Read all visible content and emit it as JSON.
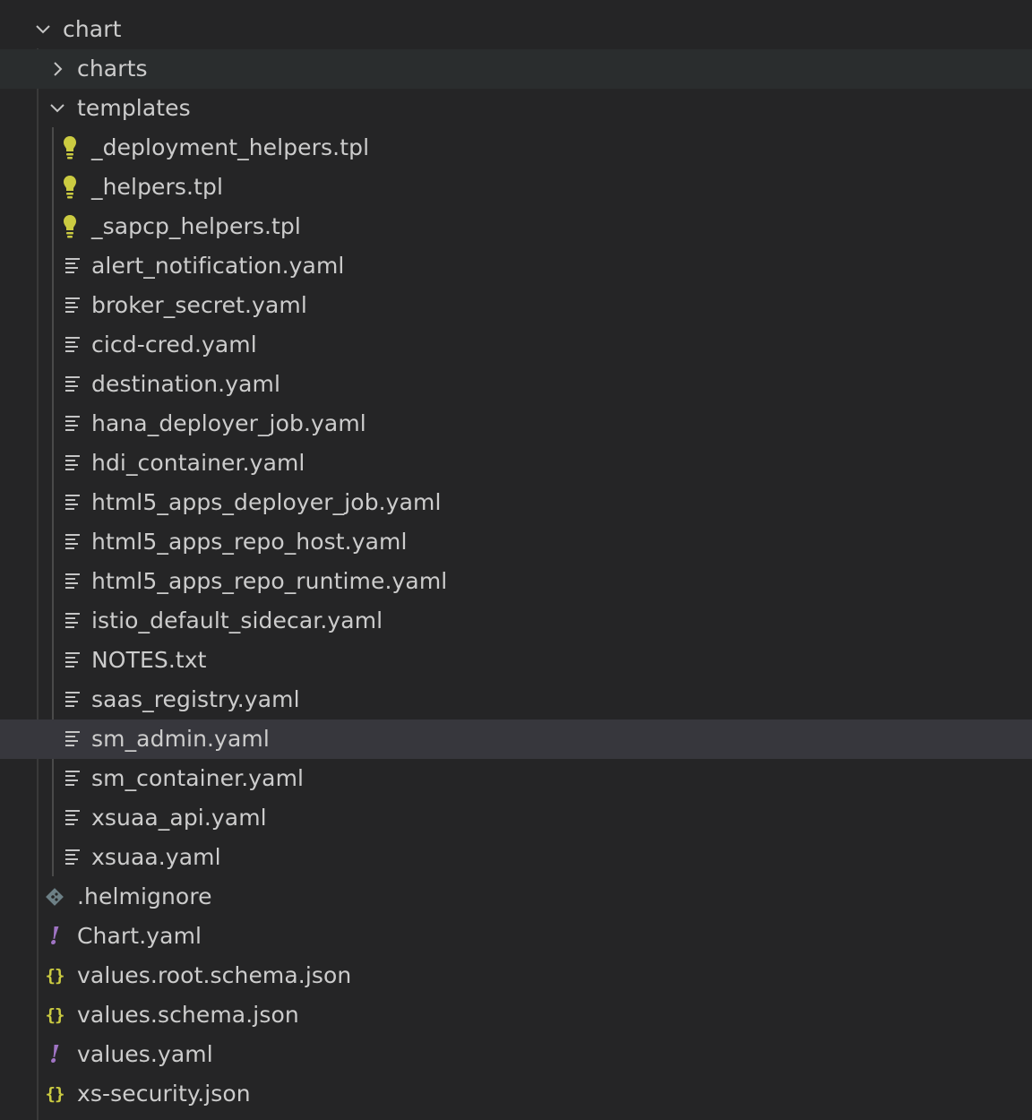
{
  "tree": {
    "root": {
      "label": "chart",
      "expanded": true,
      "icon": "chevron-down-icon"
    },
    "charts_folder": {
      "label": "charts",
      "expanded": false,
      "icon": "chevron-right-icon"
    },
    "templates_folder": {
      "label": "templates",
      "expanded": true,
      "icon": "chevron-down-icon",
      "files": [
        {
          "label": "_deployment_helpers.tpl",
          "icon": "lightbulb-icon"
        },
        {
          "label": "_helpers.tpl",
          "icon": "lightbulb-icon"
        },
        {
          "label": "_sapcp_helpers.tpl",
          "icon": "lightbulb-icon"
        },
        {
          "label": "alert_notification.yaml",
          "icon": "text-lines-icon"
        },
        {
          "label": "broker_secret.yaml",
          "icon": "text-lines-icon"
        },
        {
          "label": "cicd-cred.yaml",
          "icon": "text-lines-icon"
        },
        {
          "label": "destination.yaml",
          "icon": "text-lines-icon"
        },
        {
          "label": "hana_deployer_job.yaml",
          "icon": "text-lines-icon"
        },
        {
          "label": "hdi_container.yaml",
          "icon": "text-lines-icon"
        },
        {
          "label": "html5_apps_deployer_job.yaml",
          "icon": "text-lines-icon"
        },
        {
          "label": "html5_apps_repo_host.yaml",
          "icon": "text-lines-icon"
        },
        {
          "label": "html5_apps_repo_runtime.yaml",
          "icon": "text-lines-icon"
        },
        {
          "label": "istio_default_sidecar.yaml",
          "icon": "text-lines-icon"
        },
        {
          "label": "NOTES.txt",
          "icon": "text-lines-icon"
        },
        {
          "label": "saas_registry.yaml",
          "icon": "text-lines-icon"
        },
        {
          "label": "sm_admin.yaml",
          "icon": "text-lines-icon",
          "selected": true
        },
        {
          "label": "sm_container.yaml",
          "icon": "text-lines-icon"
        },
        {
          "label": "xsuaa_api.yaml",
          "icon": "text-lines-icon"
        },
        {
          "label": "xsuaa.yaml",
          "icon": "text-lines-icon"
        }
      ]
    },
    "root_files": [
      {
        "label": ".helmignore",
        "icon": "git-diamond-icon"
      },
      {
        "label": "Chart.yaml",
        "icon": "exclamation-icon",
        "glyph": "!"
      },
      {
        "label": "values.root.schema.json",
        "icon": "json-braces-icon",
        "glyph": "{}"
      },
      {
        "label": "values.schema.json",
        "icon": "json-braces-icon",
        "glyph": "{}"
      },
      {
        "label": "values.yaml",
        "icon": "exclamation-icon",
        "glyph": "!"
      },
      {
        "label": "xs-security.json",
        "icon": "json-braces-icon",
        "glyph": "{}"
      }
    ]
  },
  "colors": {
    "background": "#252526",
    "hover_row": "#2a2d2e",
    "selected_row": "#37373d",
    "text": "#cccccc",
    "tpl_icon": "#cbcb41",
    "json_icon": "#cbcb41",
    "yaml_icon": "#a074c4",
    "git_icon": "#6d8086"
  }
}
